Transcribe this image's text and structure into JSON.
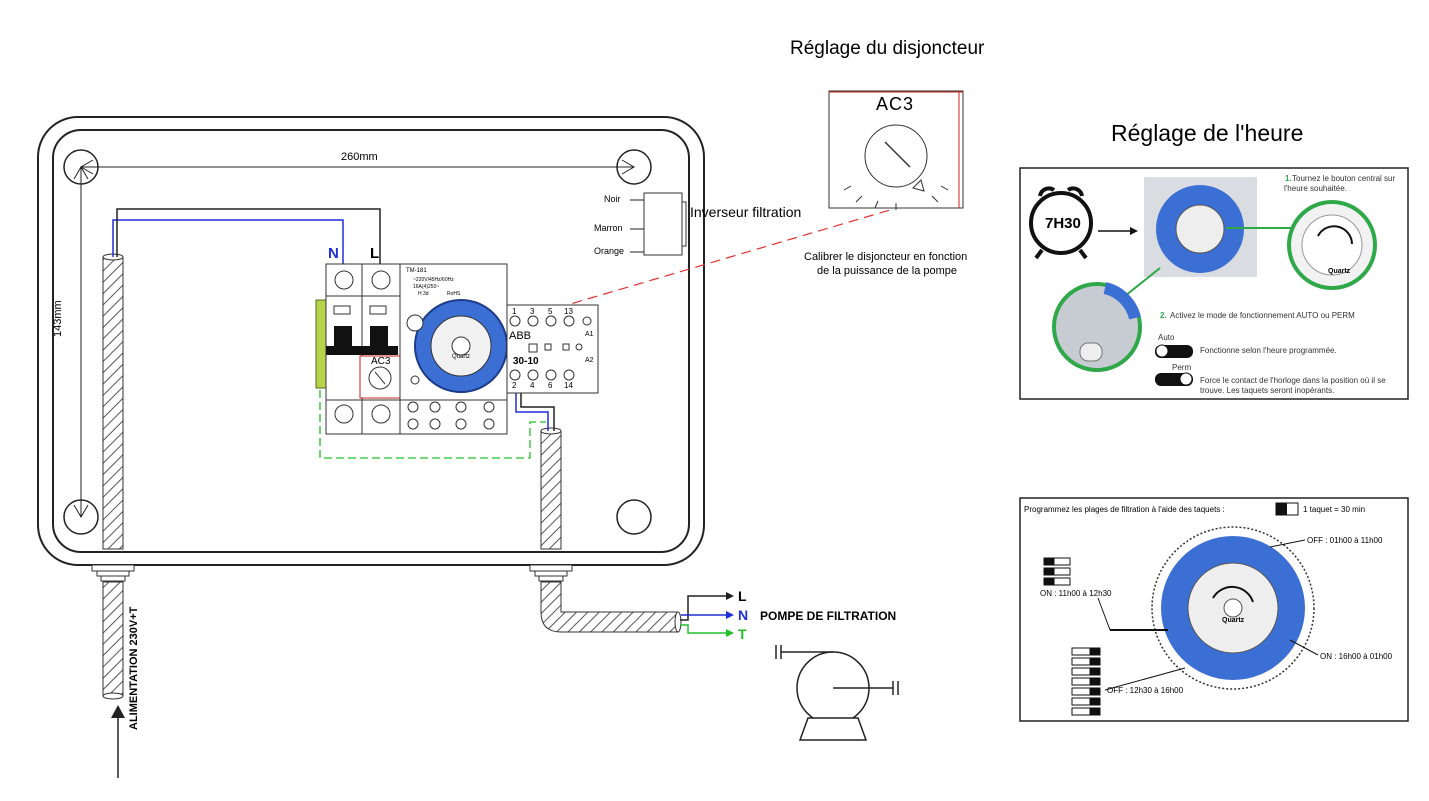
{
  "titles": {
    "breaker": "Réglage du disjoncteur",
    "time": "Réglage de l'heure"
  },
  "box": {
    "width_label": "260mm",
    "height_label": "143mm"
  },
  "labels": {
    "terminal_n": "N",
    "terminal_l": "L",
    "wire_noir": "Noir",
    "wire_marron": "Marron",
    "wire_orange": "Orange",
    "inverter": "Inverseur filtration",
    "breaker_dial": "AC3",
    "breaker_note_line1": "Calibrer le disjoncteur en fonction",
    "breaker_note_line2": "de la puissance de la pompe",
    "power_supply": "ALIMENTATION 230V+T",
    "out_l": "L",
    "out_n": "N",
    "out_t": "T",
    "pump": "POMPE DE FILTRATION"
  },
  "contactor": {
    "brand": "ABB",
    "model": "30-10",
    "top_terminals": [
      "1",
      "3",
      "5",
      "13"
    ],
    "bottom_terminals": [
      "2",
      "4",
      "6",
      "14"
    ],
    "coil_top": "A1",
    "coil_bottom": "A2"
  },
  "timer_module": {
    "model": "TM-181",
    "spec1": "~220V/45Hz/60Hz",
    "spec2": "16A(4)250~",
    "spec3": "H 3d",
    "spec4": "RoHS",
    "dial_label": "Quartz"
  },
  "time_panel": {
    "clock_time": "7H30",
    "step1_num": "1.",
    "step1_line1": "Tournez le bouton central sur",
    "step1_line2": "l'heure souhaitée.",
    "step2_num": "2.",
    "step2_text": "Activez le mode de fonctionnement AUTO ou PERM",
    "mode_auto_label": "Auto",
    "mode_auto_desc": "Fonctionne selon l'heure programmée.",
    "mode_perm_label": "Perm",
    "mode_perm_desc_line1": "Force le contact de l'horloge dans la position où il se",
    "mode_perm_desc_line2": "trouve. Les taquets seront inopérants.",
    "dial_label": "Quartz"
  },
  "program_panel": {
    "header": "Programmez les plages de filtration à l'aide des taquets :",
    "legend": "1 taquet = 30 min",
    "off1": "OFF : 01h00 à 11h00",
    "on1": "ON : 11h00 à 12h30",
    "on2": "ON : 16h00 à 01h00",
    "off2": "OFF : 12h30 à 16h00",
    "dial_label": "Quartz"
  },
  "colors": {
    "neutral_wire": "#1f2fd6",
    "earth_wire": "#22c02a",
    "dashed_link": "#e33030",
    "timer_blue": "#3c6fd4",
    "panel_border": "#222222",
    "dial_green": "#2fa84a"
  }
}
